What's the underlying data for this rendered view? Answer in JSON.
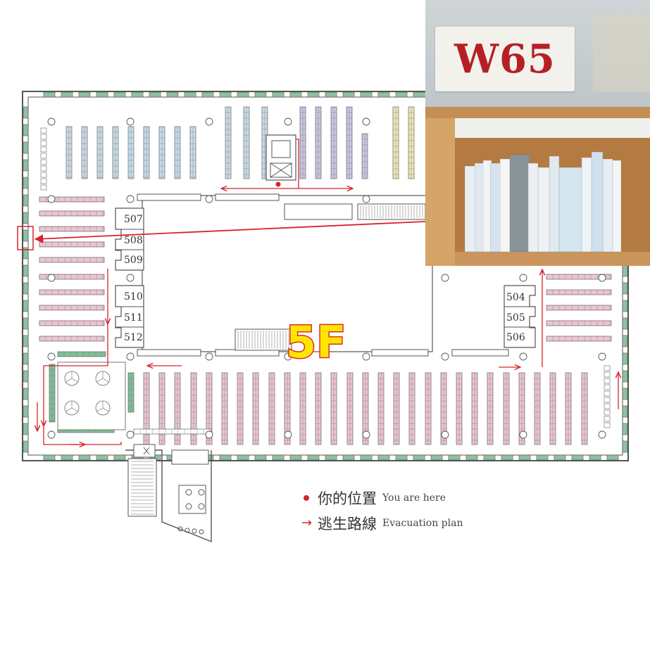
{
  "floor_label": "5F",
  "rooms": [
    "507",
    "508",
    "509",
    "510",
    "511",
    "512",
    "504",
    "505",
    "506"
  ],
  "legend": {
    "location_zh": "你的位置",
    "location_en": "You are here",
    "route_zh": "逃生路線",
    "route_en": "Evacuation plan"
  },
  "photo": {
    "sign_text": "W65"
  },
  "colors": {
    "wall": "#8fc0a0",
    "route": "#d8232a",
    "shelf_blue": "#c9dbe9",
    "shelf_purple": "#c8c6e2",
    "shelf_yellow": "#ede7b6",
    "shelf_pink": "#ecc4d2",
    "shelf_green": "#7fbf96",
    "sign_text": "#b52025"
  },
  "icons": {
    "location": "red-dot-icon",
    "route": "red-arrow-icon",
    "elevator": "elevator-icon",
    "stairs": "stairs-icon"
  }
}
